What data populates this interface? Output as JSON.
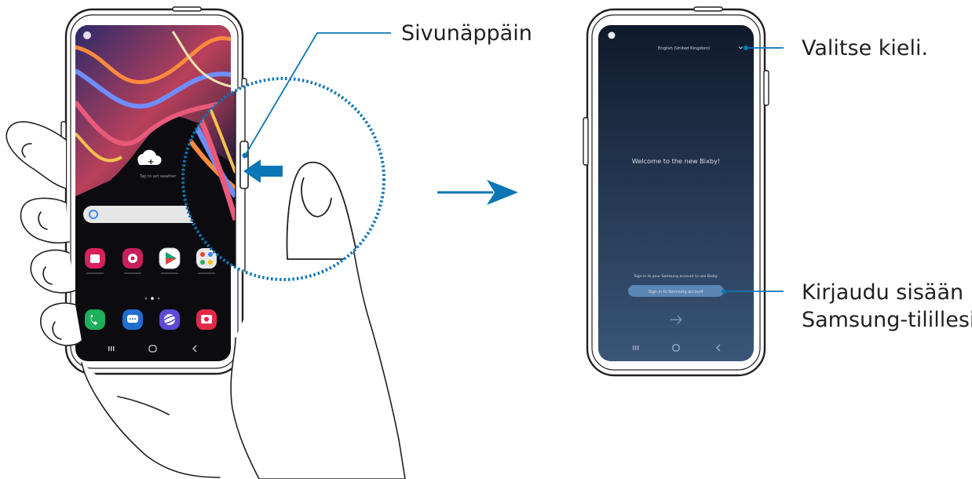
{
  "callouts": {
    "side_key": "Sivunäppäin",
    "select_language": "Valitse kieli.",
    "sign_in_line1": "Kirjaudu sisään",
    "sign_in_line2": "Samsung-tilillesi."
  },
  "right_screen": {
    "language_selector": "English (United Kingdom)",
    "welcome": "Welcome to the new Bixby!",
    "sign_in_prompt": "Sign in to your Samsung account to use Bixby.",
    "sign_in_button": "Sign in to Samsung account"
  },
  "left_screen": {
    "tap_text": "Tap to set weather"
  },
  "colors": {
    "accent_blue": "#0a76b6",
    "screen_top": "#0f1a2c",
    "screen_bottom": "#3a5678",
    "outline": "#231f20"
  },
  "icons": [
    "cloud-plus-icon",
    "google-search-icon",
    "galaxy-store-icon",
    "gallery-icon",
    "play-store-icon",
    "google-folder-icon",
    "phone-icon",
    "messages-icon",
    "internet-icon",
    "camera-icon"
  ]
}
